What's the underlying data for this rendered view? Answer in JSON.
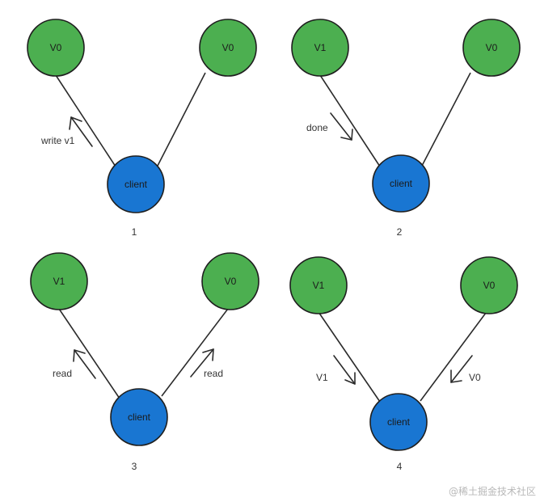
{
  "panels": [
    {
      "step": "1",
      "left_node": "V0",
      "right_node": "V0",
      "client": "client",
      "left_arrow_label": "write v1",
      "right_arrow_label": ""
    },
    {
      "step": "2",
      "left_node": "V1",
      "right_node": "V0",
      "client": "client",
      "left_arrow_label": "done",
      "right_arrow_label": ""
    },
    {
      "step": "3",
      "left_node": "V1",
      "right_node": "V0",
      "client": "client",
      "left_arrow_label": "read",
      "right_arrow_label": "read"
    },
    {
      "step": "4",
      "left_node": "V1",
      "right_node": "V0",
      "client": "client",
      "left_arrow_label": "V1",
      "right_arrow_label": "V0"
    }
  ],
  "watermark": "@稀土掘金技术社区"
}
